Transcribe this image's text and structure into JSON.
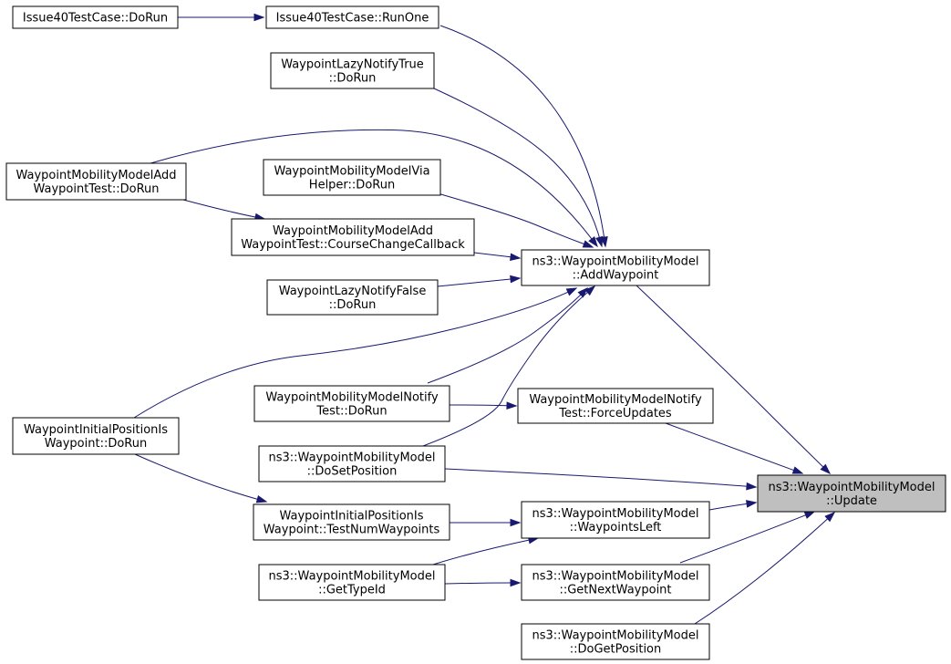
{
  "graph": {
    "title": "",
    "nodes": {
      "issue_dorun": {
        "lines": [
          "Issue40TestCase::DoRun"
        ]
      },
      "issue_runone": {
        "lines": [
          "Issue40TestCase::RunOne"
        ]
      },
      "lazy_true": {
        "lines": [
          "WaypointLazyNotifyTrue",
          "::DoRun"
        ]
      },
      "addwp_dorun": {
        "lines": [
          "WaypointMobilityModelAdd",
          "WaypointTest::DoRun"
        ]
      },
      "via_helper": {
        "lines": [
          "WaypointMobilityModelVia",
          "Helper::DoRun"
        ]
      },
      "course_change": {
        "lines": [
          "WaypointMobilityModelAdd",
          "WaypointTest::CourseChangeCallback"
        ]
      },
      "lazy_false": {
        "lines": [
          "WaypointLazyNotifyFalse",
          "::DoRun"
        ]
      },
      "add_waypoint": {
        "lines": [
          "ns3::WaypointMobilityModel",
          "::AddWaypoint"
        ]
      },
      "notify_dorun": {
        "lines": [
          "WaypointMobilityModelNotify",
          "Test::DoRun"
        ]
      },
      "force_updates": {
        "lines": [
          "WaypointMobilityModelNotify",
          "Test::ForceUpdates"
        ]
      },
      "initpos_dorun": {
        "lines": [
          "WaypointInitialPositionIs",
          "Waypoint::DoRun"
        ]
      },
      "dosetposition": {
        "lines": [
          "ns3::WaypointMobilityModel",
          "::DoSetPosition"
        ]
      },
      "update": {
        "lines": [
          "ns3::WaypointMobilityModel",
          "::Update"
        ]
      },
      "testnumwp": {
        "lines": [
          "WaypointInitialPositionIs",
          "Waypoint::TestNumWaypoints"
        ]
      },
      "waypointsleft": {
        "lines": [
          "ns3::WaypointMobilityModel",
          "::WaypointsLeft"
        ]
      },
      "gettypeid": {
        "lines": [
          "ns3::WaypointMobilityModel",
          "::GetTypeId"
        ]
      },
      "getnextwp": {
        "lines": [
          "ns3::WaypointMobilityModel",
          "::GetNextWaypoint"
        ]
      },
      "dogetposition": {
        "lines": [
          "ns3::WaypointMobilityModel",
          "::DoGetPosition"
        ]
      }
    },
    "edges": [
      {
        "from": "issue_dorun",
        "to": "issue_runone"
      },
      {
        "from": "issue_runone",
        "to": "add_waypoint"
      },
      {
        "from": "lazy_true",
        "to": "add_waypoint"
      },
      {
        "from": "addwp_dorun",
        "to": "add_waypoint"
      },
      {
        "from": "addwp_dorun",
        "to": "course_change"
      },
      {
        "from": "via_helper",
        "to": "add_waypoint"
      },
      {
        "from": "course_change",
        "to": "add_waypoint"
      },
      {
        "from": "lazy_false",
        "to": "add_waypoint"
      },
      {
        "from": "initpos_dorun",
        "to": "add_waypoint"
      },
      {
        "from": "notify_dorun",
        "to": "add_waypoint"
      },
      {
        "from": "dosetposition",
        "to": "add_waypoint"
      },
      {
        "from": "add_waypoint",
        "to": "update"
      },
      {
        "from": "notify_dorun",
        "to": "force_updates"
      },
      {
        "from": "force_updates",
        "to": "update"
      },
      {
        "from": "dosetposition",
        "to": "update"
      },
      {
        "from": "initpos_dorun",
        "to": "testnumwp"
      },
      {
        "from": "testnumwp",
        "to": "waypointsleft"
      },
      {
        "from": "gettypeid",
        "to": "waypointsleft"
      },
      {
        "from": "waypointsleft",
        "to": "update"
      },
      {
        "from": "gettypeid",
        "to": "getnextwp"
      },
      {
        "from": "getnextwp",
        "to": "update"
      },
      {
        "from": "dogetposition",
        "to": "update"
      }
    ],
    "focus_node": "update",
    "colors": {
      "edge": "#191970",
      "focus_fill": "#bfbfbf",
      "node_border": "#000000"
    }
  }
}
